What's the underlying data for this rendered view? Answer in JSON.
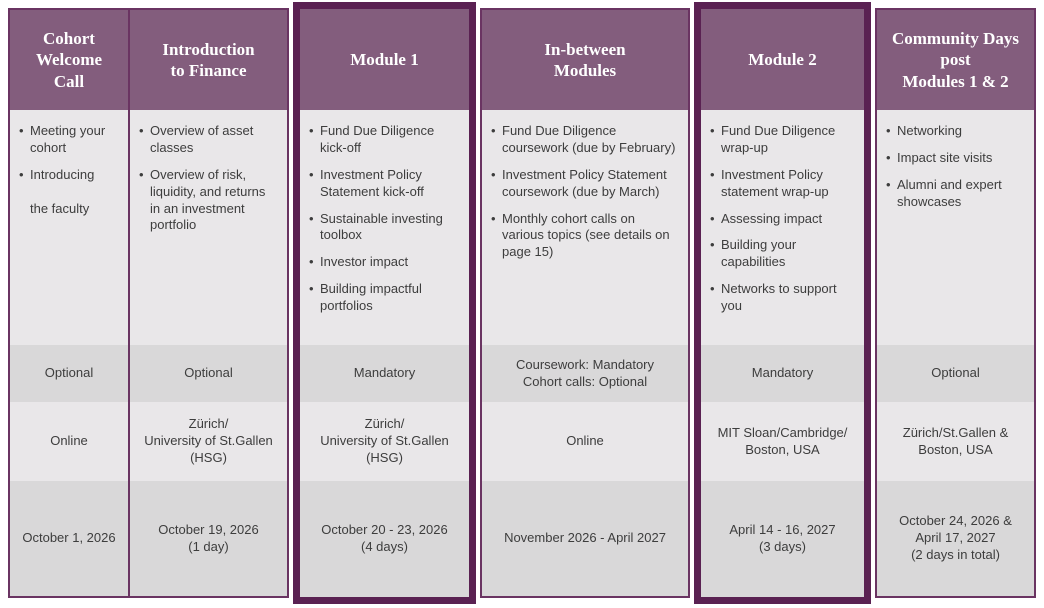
{
  "table": {
    "colors": {
      "header_bg": "#835d7d",
      "highlight_border": "#5a2152",
      "grid_border": "#6a3462",
      "row_light": "#e9e7e9",
      "row_dark": "#d9d8d9",
      "header_text": "#ffffff",
      "body_text": "#3d3d3d"
    },
    "columns": [
      {
        "header": "Cohort\nWelcome\nCall",
        "highlighted": false,
        "bullets": [
          "Meeting your cohort",
          "Introducing\n\nthe faculty"
        ],
        "status": "Optional",
        "location": "Online",
        "dates": "October 1, 2026"
      },
      {
        "header": "Introduction\nto Finance",
        "highlighted": false,
        "bullets": [
          "Overview of asset classes",
          "Overview of risk, liquidity, and returns in an investment portfolio"
        ],
        "status": "Optional",
        "location": "Zürich/\nUniversity of St.Gallen\n(HSG)",
        "dates": "October 19, 2026\n(1 day)"
      },
      {
        "header": "Module 1",
        "highlighted": true,
        "bullets": [
          "Fund Due Diligence kick-off",
          "Investment Policy Statement kick-off",
          "Sustainable investing toolbox",
          "Investor impact",
          "Building impactful portfolios"
        ],
        "status": "Mandatory",
        "location": "Zürich/\nUniversity of St.Gallen\n(HSG)",
        "dates": "October 20 - 23, 2026\n(4 days)"
      },
      {
        "header": "In-between\nModules",
        "highlighted": false,
        "bullets": [
          "Fund Due Diligence coursework (due by February)",
          "Investment Policy Statement coursework (due by March)",
          "Monthly cohort calls on various topics (see details on page 15)"
        ],
        "status": "Coursework: Mandatory\nCohort calls: Optional",
        "location": "Online",
        "dates": "November 2026 - April 2027"
      },
      {
        "header": "Module 2",
        "highlighted": true,
        "bullets": [
          "Fund Due Diligence wrap-up",
          "Investment Policy statement wrap-up",
          "Assessing impact",
          "Building your capabilities",
          "Networks to support you"
        ],
        "status": "Mandatory",
        "location": "MIT Sloan/Cambridge/\nBoston, USA",
        "dates": "April 14 - 16, 2027\n(3 days)"
      },
      {
        "header": "Community Days\npost\nModules 1 & 2",
        "highlighted": false,
        "bullets": [
          "Networking",
          "Impact site visits",
          "Alumni and expert showcases"
        ],
        "status": "Optional",
        "location": "Zürich/St.Gallen &\nBoston, USA",
        "dates": "October 24, 2026 &\nApril 17, 2027\n(2 days in total)"
      }
    ]
  }
}
